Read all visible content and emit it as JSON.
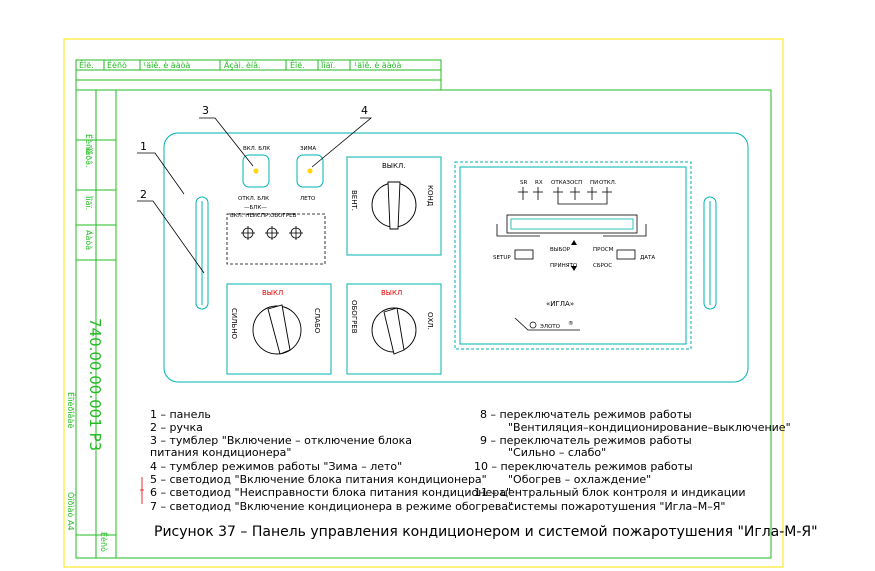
{
  "title_block": {
    "top_cells": [
      "Êîë.",
      "Ëèñò",
      "¹äîê. è äàòà",
      "Äçàì. èíâ.",
      "Êîë.",
      "Ïîäï.",
      "¹äîê. è äàòà"
    ],
    "side_cells": [
      "Ëèñò",
      "Ïåðâ.",
      "Ïîäï.",
      "Ïåðâ.",
      "Ïîäï.",
      "Äàòà"
    ],
    "designation": "740.00.00.001 Р3",
    "copied": "Êîïèðîâàë",
    "format": "Ôîðìàò  A4",
    "sheet_cell": "Ëèñò"
  },
  "panel": {
    "callouts": [
      "1",
      "2",
      "3",
      "4"
    ],
    "toggle_bk": {
      "label": "ВКЛ. БЛК",
      "bottom_label": "ОТКЛ. БЛК"
    },
    "toggle_season": {
      "top": "ЗИМА",
      "bottom": "ЛЕТО"
    },
    "led_group": {
      "label1": "—БЛК—",
      "label2": "ВКЛ. НЕИСПР.ОБОГРЕВ"
    },
    "switch_vent": {
      "top": "ВЫКЛ.",
      "left": "ВЕНТ.",
      "right": "КОНД"
    },
    "switch_power": {
      "top": "ВЫКЛ",
      "left": "СИЛЬНО",
      "right": "СЛАБО"
    },
    "switch_heat": {
      "top": "ВЫКЛ",
      "left": "ОБОГРЕВ",
      "right": "ОХЛ."
    },
    "control_unit": {
      "top_labels": [
        "SR",
        "RX",
        "ОТКАЗ",
        "ОСП",
        "ПИ",
        "ОТКЛ."
      ],
      "buttons": [
        "SETUP",
        "ВЫБОР",
        "ПРОСМ",
        "ПРИНЯТО",
        "СБРОС",
        "ДАТА"
      ],
      "brand": "«ИГЛА»",
      "maker": "ЭЛОТО"
    }
  },
  "legend_left": [
    "1  –  панель",
    "2  –  ручка",
    "3  –  тумблер \"Включение – отключение блока",
    "        питания кондиционера\"",
    "4  –  тумблер режимов работы \"Зима – лето\"",
    "5  –  светодиод \"Включение блока питания кондиционера\"",
    "6  –  светодиод \"Неисправности блока питания кондиционера\"",
    "7  –  светодиод \"Включение кондиционера в режиме обогрева\""
  ],
  "legend_right": [
    "8  –  переключатель режимов работы",
    "\"Вентиляция–кондиционирование–выключение\"",
    "9  –  переключатель режимов работы",
    "\"Сильно – слабо\"",
    "10  –  переключатель режимов работы",
    "\"Обогрев – охлаждение\"",
    "11  –  центральный блок контроля и индикации",
    "системы пожаротушения \"Игла–М–Я\""
  ],
  "caption": "Рисунок 37   –  Панель управления кондиционером и системой пожаротушения \"Игла-М-Я\"",
  "colors": {
    "frame": "#22bb22",
    "panel": "#00b3b3",
    "outer": "#ffe600",
    "text": "#000000",
    "led": "#ffd500"
  }
}
